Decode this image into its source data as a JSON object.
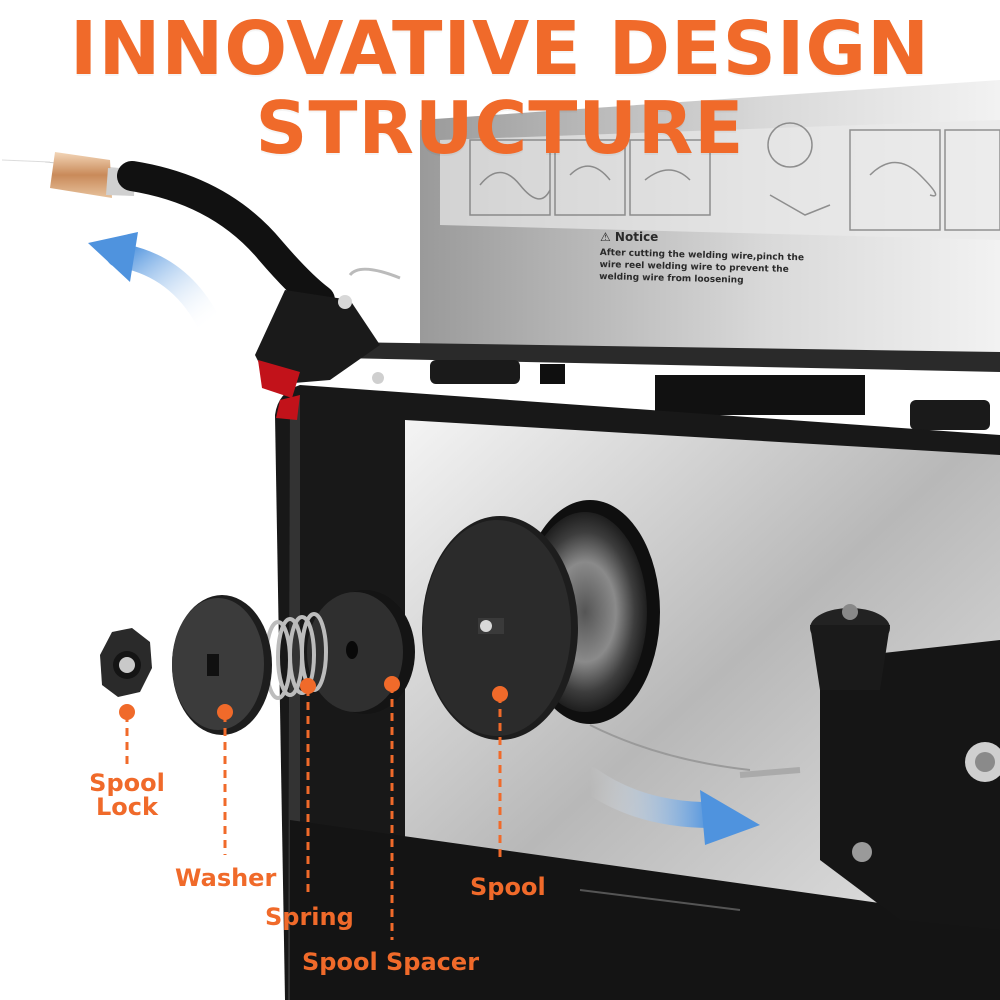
{
  "headline": {
    "line1": "INNOVATIVE DESIGN",
    "line2": "STRUCTURE"
  },
  "notice": {
    "title": "⚠ Notice",
    "body": "After cutting the welding wire,pinch the wire reel welding wire to prevent the welding wire from loosening"
  },
  "labels": {
    "spool_lock_line1": "Spool",
    "spool_lock_line2": "Lock",
    "washer": "Washer",
    "spring": "Spring",
    "spool": "Spool",
    "spool_spacer": "Spool Spacer"
  },
  "colors": {
    "accent": "#f06a2a",
    "arrow_blue": "#5a9be0",
    "machine_black": "#1c1c1c",
    "panel_silver": "#c9c9c9"
  },
  "icons": {
    "arrow_up": "curved-arrow-up-icon",
    "arrow_right": "curved-arrow-right-icon"
  }
}
